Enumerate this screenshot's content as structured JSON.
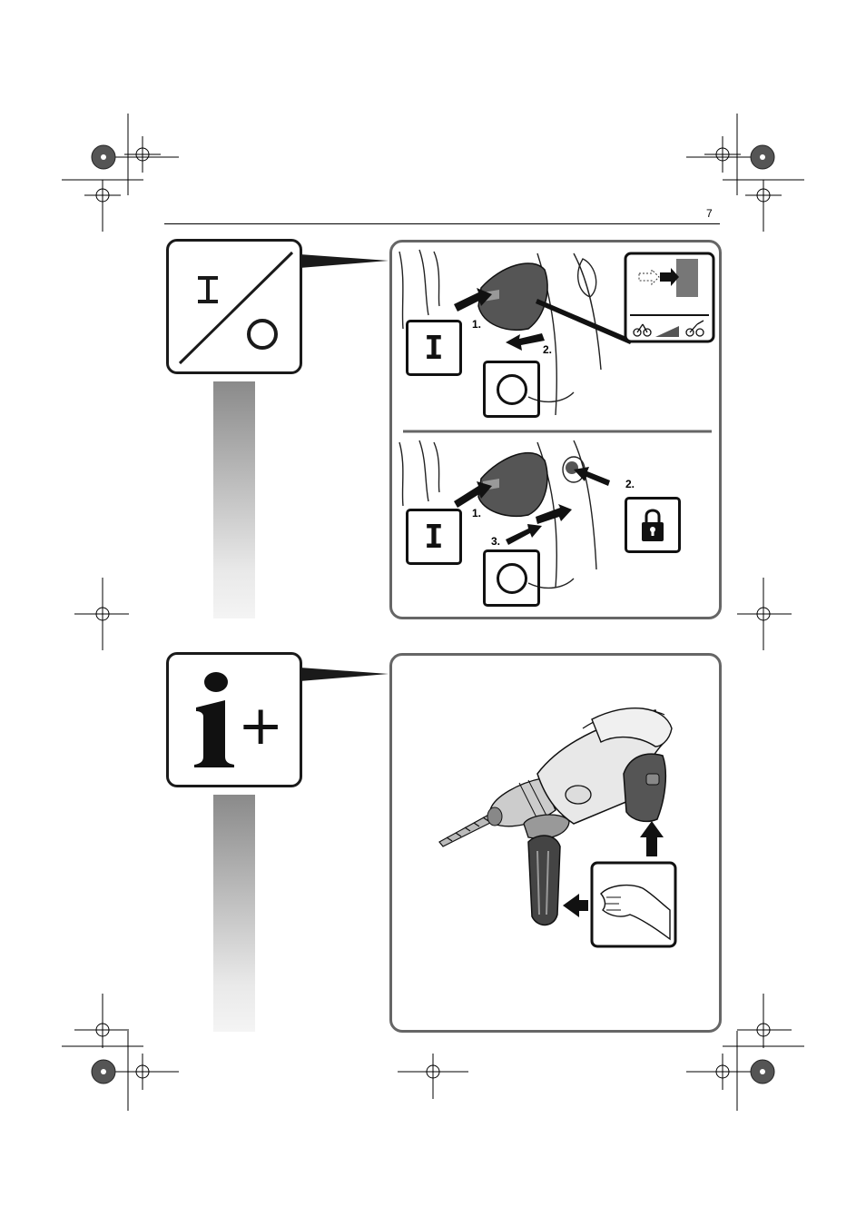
{
  "page": {
    "number": "7"
  },
  "switch_section": {
    "symbol_on": "I",
    "symbol_off": "O",
    "upper_steps": [
      "1.",
      "2."
    ],
    "lower_steps": [
      "1.",
      "2.",
      "3."
    ],
    "icons": [
      "on-off-symbol-icon",
      "lock-icon",
      "speed-low-bicycle-icon",
      "speed-high-bicycle-icon"
    ]
  },
  "handle_section": {
    "symbol": "i+",
    "icons": [
      "info-plus-icon",
      "drill-icon",
      "hand-icon",
      "arrow-up-icon",
      "arrow-left-icon"
    ]
  }
}
